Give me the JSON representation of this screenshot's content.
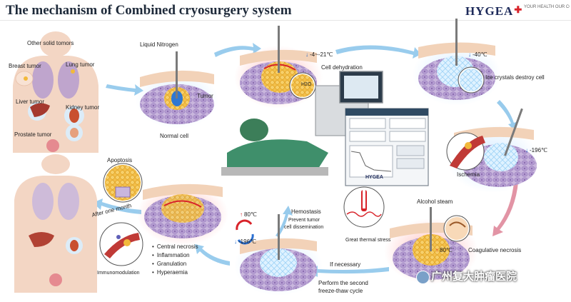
{
  "title": "The mechanism of Combined cryosurgery system",
  "brand": {
    "name": "HYGEA",
    "tagline": "YOUR HEALTH OUR CONCERN"
  },
  "labels": {
    "other_solid_tumors": "Other solid tomors",
    "breast_tumor": "Breast tumor",
    "lung_tumor": "Lung tumor",
    "liver_tumor": "Liver tumor",
    "kidney_tumor": "Kidney tumor",
    "prostate_tumor": "Prostate tumor",
    "liquid_nitrogen": "Liquid Nitrogen",
    "tumor": "Tumor",
    "normal_cell": "Normal cell",
    "cell_dehydration": "Cell dehydration",
    "h2o": "H2O",
    "ice_crystals": "Ice crystals destroy cell",
    "ischemia": "Ischemia",
    "alcohol_steam": "Alcohol  steam",
    "great_thermal_stress": "Great thermal stress",
    "coagulative_necrosis": "Coagulative necrosis",
    "hemostasis": "Hemostasis",
    "prevent_tumor": "Prevent tumor",
    "cell_dissemination": "cell dissemination",
    "if_necessary": "If necessary",
    "second_cycle_1": "Perform the second",
    "second_cycle_2": "freeze-thaw  cycle",
    "apoptosis": "Apoptosis",
    "after_one_month": "After one month",
    "immunomodulation": "Immunomodulation",
    "device_brand": "HYGEA"
  },
  "temperatures": {
    "t1": "-4~-21℃",
    "t2": "-40℃",
    "t3": "-196℃",
    "t4": "80℃",
    "t5": "80℃",
    "t6": "-196℃"
  },
  "effects": [
    "Central necrosis",
    "Inflammation",
    "Granulation",
    "Hyperaemia"
  ],
  "watermark": "广州复大肿瘤医院",
  "colors": {
    "arrow": "#8fc6ea",
    "tissue": "#b9a6cf",
    "skin": "#f2d2b8",
    "tumor": "#f2b93b",
    "cold": "#2a6fd1",
    "hot": "#d8232a"
  }
}
